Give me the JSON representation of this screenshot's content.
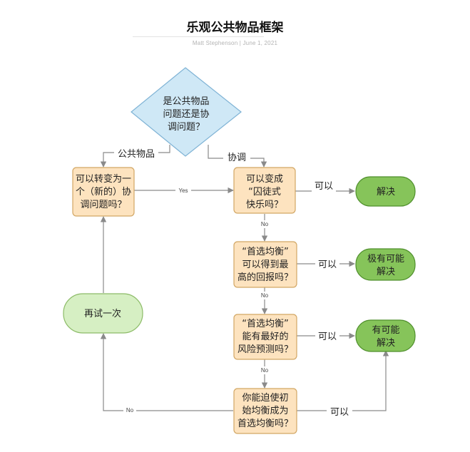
{
  "header": {
    "title": "乐观公共物品框架",
    "byline": "Matt Stephenson  |  June 1, 2021"
  },
  "colors": {
    "diamond_fill": "#cfe8f6",
    "diamond_stroke": "#7fb3d5",
    "box_fill": "#fde3bf",
    "box_stroke": "#d2a765",
    "terminal_fill": "#86c45a",
    "terminal_stroke": "#4f8f2c",
    "retry_fill": "#d6efc3",
    "retry_stroke": "#8cbb67",
    "line": "#8a8a8a"
  },
  "diagram": {
    "decision": [
      "是公共物品",
      "问题还是协",
      "调问题？"
    ],
    "convert_box": [
      "可以转变为一",
      "个（新的）协",
      "调问题吗？"
    ],
    "prisoners_box": [
      "可以变成",
      "“囚徒式",
      "快乐吗？"
    ],
    "best_eq_box": [
      "“首选均衡”",
      "可以得到最",
      "高的回报吗？"
    ],
    "risk_box": [
      "“首选均衡”",
      "能有最好的",
      "风险预测吗？"
    ],
    "force_box": [
      "你能迫使初",
      "始均衡成为",
      "首选均衡吗？"
    ],
    "solved": [
      "解决"
    ],
    "very_possible": [
      "极有可能",
      "解决"
    ],
    "possible": [
      "有可能",
      "解决"
    ],
    "retry": [
      "再试一次"
    ],
    "edge_public": "公共物品",
    "edge_coord": "协调",
    "edge_yes": "Yes",
    "edge_can_1": "可以",
    "edge_can_2": "可以",
    "edge_can_3": "可以",
    "edge_can_4": "可以",
    "edge_no_1": "No",
    "edge_no_2": "No",
    "edge_no_3": "No",
    "edge_no_4": "No"
  }
}
